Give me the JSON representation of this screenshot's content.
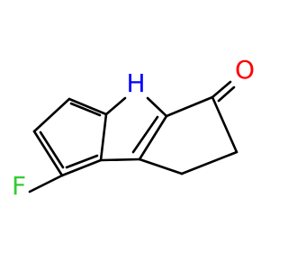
{
  "molecule": {
    "atom_labels": {
      "nh": "H",
      "oxygen": "O",
      "fluorine": "F"
    },
    "colors": {
      "nitrogen": "#0000ff",
      "oxygen": "#ff0000",
      "fluorine": "#33cc33",
      "bond": "#000000"
    }
  }
}
